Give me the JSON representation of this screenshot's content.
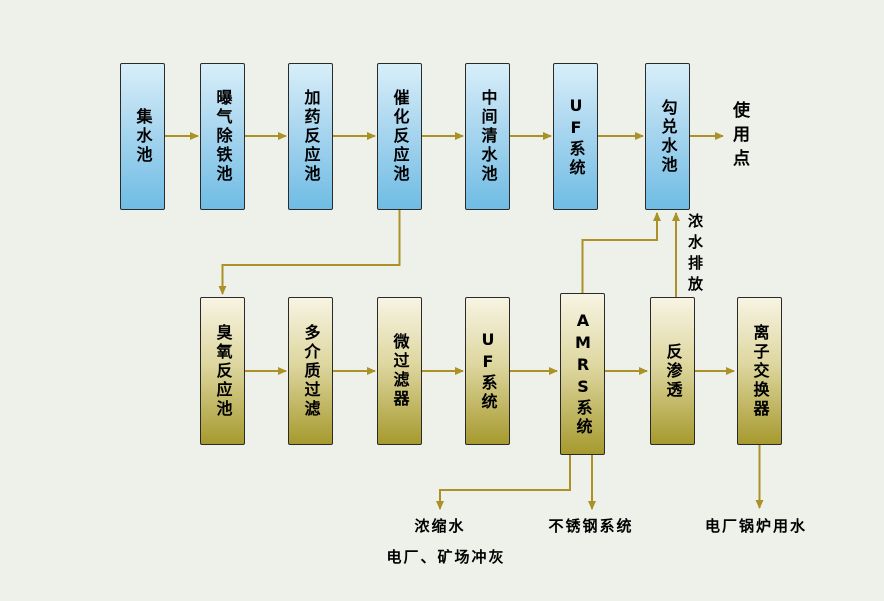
{
  "diagram": {
    "top_row": [
      {
        "label": "集水池"
      },
      {
        "label": "曝气除铁池"
      },
      {
        "label": "加药反应池"
      },
      {
        "label": "催化反应池"
      },
      {
        "label": "中间清水池"
      },
      {
        "label": "UF系统"
      },
      {
        "label": "勾兑水池"
      }
    ],
    "bottom_row": [
      {
        "label": "臭氧反应池"
      },
      {
        "label": "多介质过滤"
      },
      {
        "label": "微过滤器"
      },
      {
        "label": "UF系统"
      },
      {
        "label": "AMRS系统"
      },
      {
        "label": "反渗透"
      },
      {
        "label": "离子交换器"
      }
    ],
    "outputs": {
      "use_point": "使用点",
      "concentrate_discharge": "浓水排放",
      "concentrated_water": "浓缩水",
      "ash_flush": "电厂、矿场冲灰",
      "stainless_system": "不锈钢系统",
      "boiler_water": "电厂锅炉用水"
    }
  },
  "colors": {
    "background": "#eef1e9",
    "arrow": "#ab9126",
    "box_border": "#2a2a2a",
    "text": "#000000",
    "blue_box_top": "#d8eef9",
    "blue_box_mid": "#a9d6ef",
    "blue_box_bottom": "#6fbce4",
    "olive_box_top": "#f7f4e3",
    "olive_box_mid": "#ded7a0",
    "olive_box_bottom": "#a69a2e"
  }
}
